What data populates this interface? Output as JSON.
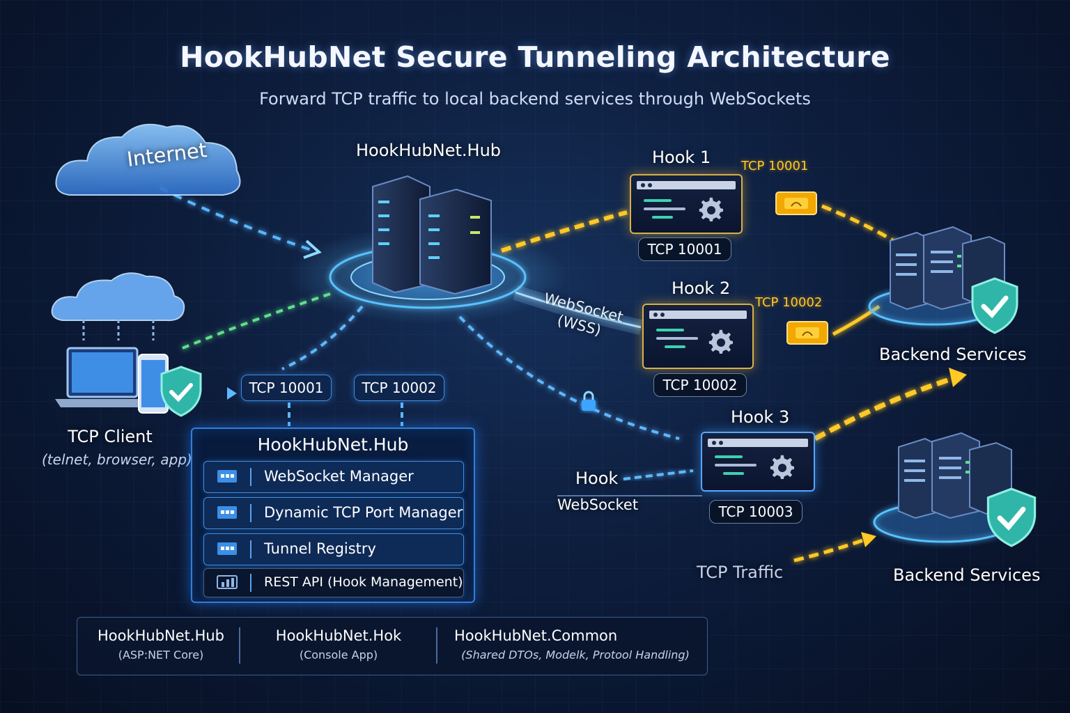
{
  "title": "HookHubNet Secure Tunneling Architecture",
  "subtitle": "Forward TCP traffic to local backend services through WebSockets",
  "internet": {
    "label": "Internet",
    "icon": "cloud-icon"
  },
  "client": {
    "label": "TCP Client",
    "caption": "(telnet, browser, app)",
    "icons": [
      "laptop-icon",
      "phone-icon",
      "shield-check-icon"
    ]
  },
  "hub_server": {
    "label": "HookHubNet.Hub",
    "icon": "server-rack-icon"
  },
  "hub_ports": [
    "TCP 10001",
    "TCP 10002"
  ],
  "hub_panel": {
    "title": "HookHubNet.Hub",
    "rows": [
      {
        "label": "WebSocket Manager",
        "icon": "module-icon"
      },
      {
        "label": "Dynamic TCP Port Manager",
        "icon": "module-icon"
      },
      {
        "label": "Tunnel Registry",
        "icon": "module-icon"
      },
      {
        "label": "REST API (Hook Management)",
        "icon": "chart-icon"
      }
    ]
  },
  "websocket_label": "WebSocket\n(WSS)",
  "hooks": [
    {
      "title": "Hook 1",
      "port": "TCP 10001",
      "port_tag": "TCP 10001"
    },
    {
      "title": "Hook 2",
      "port": "TCP 10002",
      "port_tag": "TCP 10002"
    },
    {
      "title": "Hook 3",
      "port": "TCP 10003"
    }
  ],
  "hook_websocket": {
    "hook": "Hook",
    "websocket": "WebSocket"
  },
  "tcp_traffic": "TCP Traffic",
  "backends": [
    {
      "label": "Backend Services"
    },
    {
      "label": "Backend Services"
    }
  ],
  "colors": {
    "accent_blue": "#3d8fe0",
    "accent_gold": "#ffc928",
    "shield_teal": "#2fb6a8",
    "background": "#0d1d3c"
  },
  "footer": [
    {
      "name": "HookHubNet.Hub",
      "desc": "(ASP:NET Core)"
    },
    {
      "name": "HookHubNet.Hok",
      "desc": "(Console App)"
    },
    {
      "name": "HookHubNet.Common",
      "desc": "(Shared DTOs, Modelk, Protool Handling)"
    }
  ]
}
